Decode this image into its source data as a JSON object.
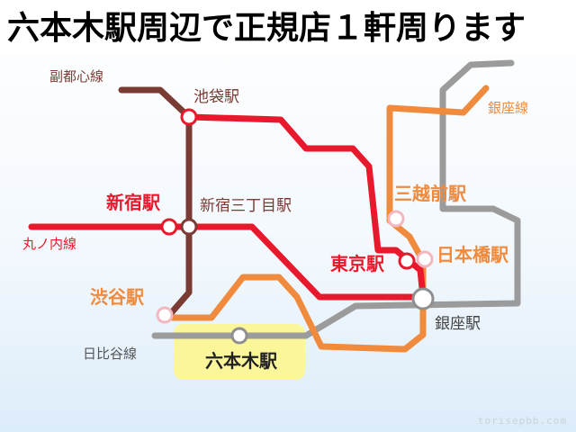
{
  "title": "六本木駅周辺で正規店１軒周ります",
  "lines": {
    "fukutoshin": {
      "label": "副都心線",
      "color": "#7a3b34"
    },
    "marunouchi": {
      "label": "丸ノ内線",
      "color": "#e8192c"
    },
    "ginza": {
      "label": "銀座線",
      "color": "#f08a3c"
    },
    "hibiya": {
      "label": "日比谷線",
      "color": "#9b9b9b"
    }
  },
  "stations": {
    "ikebukuro": "池袋駅",
    "shinjuku": "新宿駅",
    "shinjuku_sanchome": "新宿三丁目駅",
    "shibuya": "渋谷駅",
    "roppongi": "六本木駅",
    "tokyo": "東京駅",
    "nihonbashi": "日本橋駅",
    "mitsukoshimae": "三越前駅",
    "ginza": "銀座駅"
  },
  "colors": {
    "highlight": "#fbf69a",
    "station_fill": "#ffffff",
    "title_text": "#000000"
  },
  "watermark": "torisepbb.com"
}
